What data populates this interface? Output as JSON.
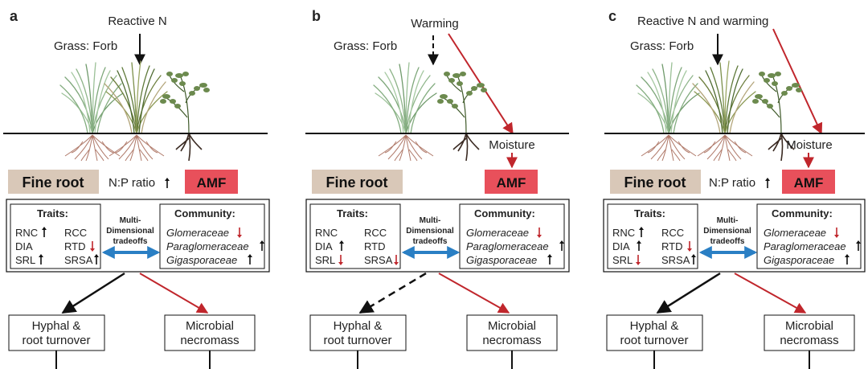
{
  "panels": [
    {
      "letter": "a",
      "driver": "Reactive N",
      "grass_forb": "Grass: Forb",
      "moisture": "",
      "fine_root": "Fine root",
      "np_ratio": "N:P ratio",
      "amf": "AMF",
      "traits_title": "Traits:",
      "traits": {
        "rnc": "RNC",
        "rcc": "RCC",
        "dia": "DIA",
        "rtd": "RTD",
        "srl": "SRL",
        "srsa": "SRSA"
      },
      "tradeoffs": [
        "Multi-",
        "Dimensional",
        "tradeoffs"
      ],
      "community_title": "Community:",
      "community": [
        "Glomeraceae",
        "Paraglomeraceae",
        "Gigasporaceae"
      ],
      "hyphal": [
        "Hyphal &",
        "root turnover"
      ],
      "necromass": [
        "Microbial",
        "necromass"
      ]
    },
    {
      "letter": "b",
      "driver": "Warming",
      "grass_forb": "Grass: Forb",
      "moisture": "Moisture",
      "fine_root": "Fine root",
      "np_ratio": "",
      "amf": "AMF",
      "traits_title": "Traits:",
      "traits": {
        "rnc": "RNC",
        "rcc": "RCC",
        "dia": "DIA",
        "rtd": "RTD",
        "srl": "SRL",
        "srsa": "SRSA"
      },
      "tradeoffs": [
        "Multi-",
        "Dimensional",
        "tradeoffs"
      ],
      "community_title": "Community:",
      "community": [
        "Glomeraceae",
        "Paraglomeraceae",
        "Gigasporaceae"
      ],
      "hyphal": [
        "Hyphal &",
        "root turnover"
      ],
      "necromass": [
        "Microbial",
        "necromass"
      ]
    },
    {
      "letter": "c",
      "driver": "Reactive N and warming",
      "grass_forb": "Grass: Forb",
      "moisture": "Moisture",
      "fine_root": "Fine root",
      "np_ratio": "N:P ratio",
      "amf": "AMF",
      "traits_title": "Traits:",
      "traits": {
        "rnc": "RNC",
        "rcc": "RCC",
        "dia": "DIA",
        "rtd": "RTD",
        "srl": "SRL",
        "srsa": "SRSA"
      },
      "tradeoffs": [
        "Multi-",
        "Dimensional",
        "tradeoffs"
      ],
      "community_title": "Community:",
      "community": [
        "Glomeraceae",
        "Paraglomeraceae",
        "Gigasporaceae"
      ],
      "hyphal": [
        "Hyphal &",
        "root turnover"
      ],
      "necromass": [
        "Microbial",
        "necromass"
      ]
    }
  ],
  "colors": {
    "fine_root_bg": "#d9c8b8",
    "amf_bg": "#e8505b",
    "up_arrow": "#111111",
    "down_arrow": "#c0262c",
    "red_line": "#c0262c",
    "double_arrow": "#2a7fc4",
    "grass_light": "#8fb58a",
    "grass_dark": "#5f7a3a",
    "forb": "#6c8a4e",
    "roots": "#b07a6a"
  },
  "arrows": {
    "panel_a": {
      "rnc": "up",
      "rtd": "down",
      "srl": "up",
      "srsa": "up",
      "np": "up",
      "glomeraceae": "down",
      "paraglomeraceae": "up",
      "gigasporaceae": "up"
    },
    "panel_b": {
      "dia": "up",
      "srl": "down",
      "srsa": "down",
      "glomeraceae": "down",
      "paraglomeraceae": "up",
      "gigasporaceae": "up"
    },
    "panel_c": {
      "rnc": "up",
      "dia": "up",
      "rtd": "down",
      "srl": "down",
      "srsa": "up",
      "np": "up",
      "glomeraceae": "down",
      "paraglomeraceae": "up",
      "gigasporaceae": "up"
    }
  }
}
